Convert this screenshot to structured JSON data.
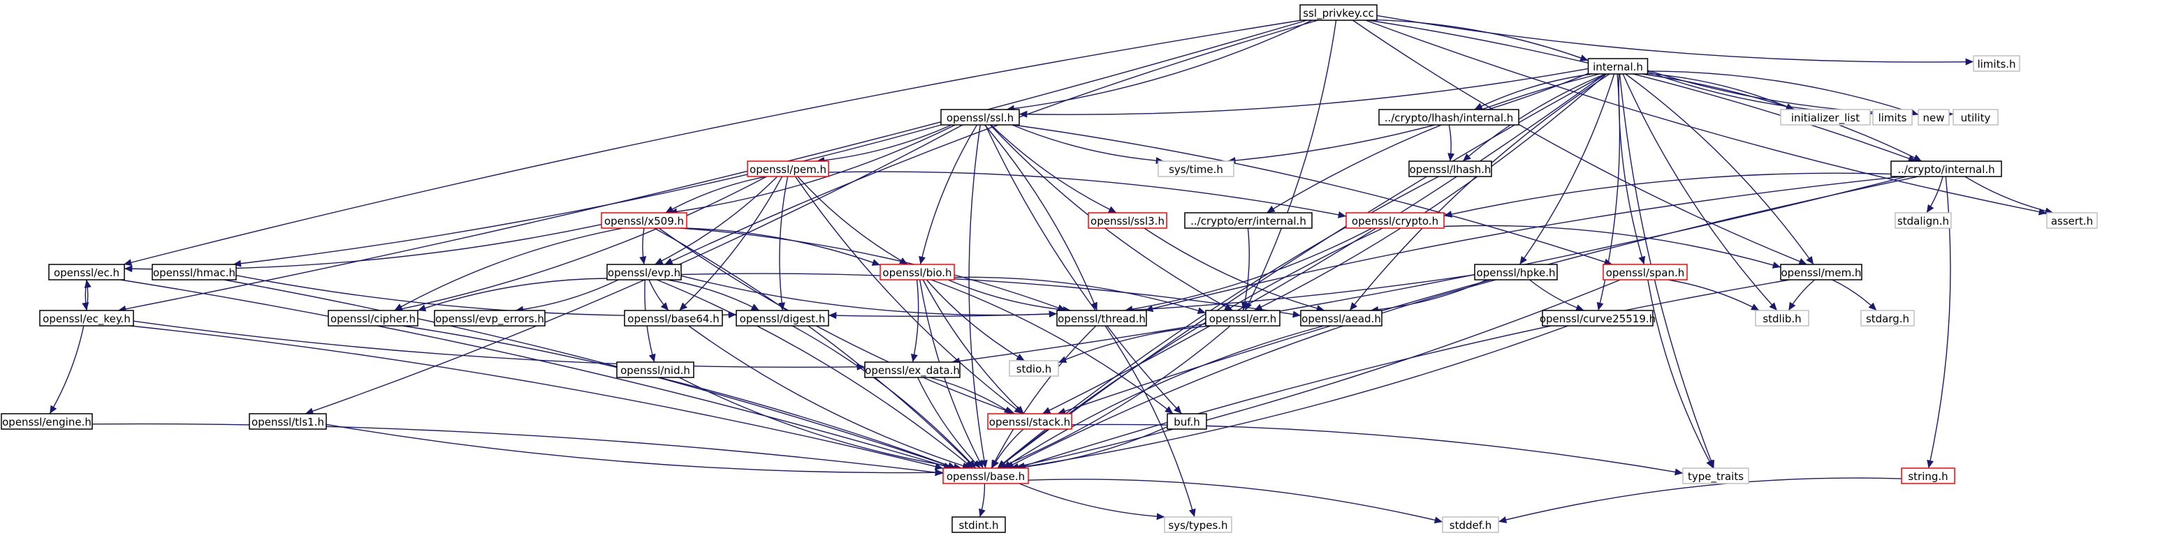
{
  "colors": {
    "root_fill": "#bfbfbf",
    "edge": "#191970",
    "border_default": "#000000",
    "border_missing": "#ff0000",
    "border_system": "#bfbfbf"
  },
  "legend_note": "",
  "nodes": [
    {
      "id": "root",
      "label": "ssl_privkey.cc",
      "kind": "root"
    },
    {
      "id": "internal_h",
      "label": "internal.h",
      "kind": "normal"
    },
    {
      "id": "limits_h",
      "label": "limits.h",
      "kind": "system"
    },
    {
      "id": "ssl_h",
      "label": "openssl/ssl.h",
      "kind": "normal"
    },
    {
      "id": "lhash_int",
      "label": "../crypto/lhash/internal.h",
      "kind": "normal"
    },
    {
      "id": "init_list",
      "label": "initializer_list",
      "kind": "system"
    },
    {
      "id": "limits",
      "label": "limits",
      "kind": "system"
    },
    {
      "id": "new",
      "label": "new",
      "kind": "system"
    },
    {
      "id": "utility",
      "label": "utility",
      "kind": "system"
    },
    {
      "id": "pem_h",
      "label": "openssl/pem.h",
      "kind": "missing"
    },
    {
      "id": "systime",
      "label": "sys/time.h",
      "kind": "system"
    },
    {
      "id": "lhash_h",
      "label": "openssl/lhash.h",
      "kind": "normal"
    },
    {
      "id": "crypto_int",
      "label": "../crypto/internal.h",
      "kind": "normal"
    },
    {
      "id": "x509_h",
      "label": "openssl/x509.h",
      "kind": "missing"
    },
    {
      "id": "ssl3_h",
      "label": "openssl/ssl3.h",
      "kind": "missing"
    },
    {
      "id": "err_int",
      "label": "../crypto/err/internal.h",
      "kind": "normal"
    },
    {
      "id": "crypto_h",
      "label": "openssl/crypto.h",
      "kind": "missing"
    },
    {
      "id": "stdalign",
      "label": "stdalign.h",
      "kind": "system"
    },
    {
      "id": "assert_h",
      "label": "assert.h",
      "kind": "system"
    },
    {
      "id": "ec_h",
      "label": "openssl/ec.h",
      "kind": "normal"
    },
    {
      "id": "hmac_h",
      "label": "openssl/hmac.h",
      "kind": "normal"
    },
    {
      "id": "evp_h",
      "label": "openssl/evp.h",
      "kind": "normal"
    },
    {
      "id": "bio_h",
      "label": "openssl/bio.h",
      "kind": "missing"
    },
    {
      "id": "hpke_h",
      "label": "openssl/hpke.h",
      "kind": "normal"
    },
    {
      "id": "span_h",
      "label": "openssl/span.h",
      "kind": "missing"
    },
    {
      "id": "mem_h",
      "label": "openssl/mem.h",
      "kind": "normal"
    },
    {
      "id": "ec_key",
      "label": "openssl/ec_key.h",
      "kind": "normal"
    },
    {
      "id": "cipher_h",
      "label": "openssl/cipher.h",
      "kind": "normal"
    },
    {
      "id": "evp_err",
      "label": "openssl/evp_errors.h",
      "kind": "normal"
    },
    {
      "id": "base64_h",
      "label": "openssl/base64.h",
      "kind": "normal"
    },
    {
      "id": "digest_h",
      "label": "openssl/digest.h",
      "kind": "normal"
    },
    {
      "id": "thread_h",
      "label": "openssl/thread.h",
      "kind": "normal"
    },
    {
      "id": "err_h",
      "label": "openssl/err.h",
      "kind": "normal"
    },
    {
      "id": "aead_h",
      "label": "openssl/aead.h",
      "kind": "normal"
    },
    {
      "id": "curve_h",
      "label": "openssl/curve25519.h",
      "kind": "normal"
    },
    {
      "id": "stdlib",
      "label": "stdlib.h",
      "kind": "system"
    },
    {
      "id": "stdarg",
      "label": "stdarg.h",
      "kind": "system"
    },
    {
      "id": "stdio",
      "label": "stdio.h",
      "kind": "system"
    },
    {
      "id": "nid_h",
      "label": "openssl/nid.h",
      "kind": "normal"
    },
    {
      "id": "exdata_h",
      "label": "openssl/ex_data.h",
      "kind": "normal"
    },
    {
      "id": "engine_h",
      "label": "openssl/engine.h",
      "kind": "normal"
    },
    {
      "id": "tls1_h",
      "label": "openssl/tls1.h",
      "kind": "normal"
    },
    {
      "id": "buf_h",
      "label": "buf.h",
      "kind": "normal"
    },
    {
      "id": "stack_h",
      "label": "openssl/stack.h",
      "kind": "missing"
    },
    {
      "id": "base_h",
      "label": "openssl/base.h",
      "kind": "missing"
    },
    {
      "id": "type_traits",
      "label": "type_traits",
      "kind": "system"
    },
    {
      "id": "string_h",
      "label": "string.h",
      "kind": "missing"
    },
    {
      "id": "stdint",
      "label": "stdint.h",
      "kind": "normal"
    },
    {
      "id": "systypes",
      "label": "sys/types.h",
      "kind": "system"
    },
    {
      "id": "stddef",
      "label": "stddef.h",
      "kind": "system"
    }
  ],
  "edges": [
    [
      "root",
      "internal_h"
    ],
    [
      "root",
      "limits_h"
    ],
    [
      "root",
      "ssl_h"
    ],
    [
      "root",
      "assert_h"
    ],
    [
      "root",
      "crypto_int"
    ],
    [
      "root",
      "ec_h"
    ],
    [
      "root",
      "ec_key"
    ],
    [
      "root",
      "evp_h"
    ],
    [
      "root",
      "err_h"
    ],
    [
      "root",
      "mem_h"
    ],
    [
      "internal_h",
      "ssl_h"
    ],
    [
      "internal_h",
      "lhash_int"
    ],
    [
      "internal_h",
      "init_list"
    ],
    [
      "internal_h",
      "limits"
    ],
    [
      "internal_h",
      "new"
    ],
    [
      "internal_h",
      "utility"
    ],
    [
      "internal_h",
      "systime"
    ],
    [
      "internal_h",
      "lhash_h"
    ],
    [
      "internal_h",
      "crypto_int"
    ],
    [
      "internal_h",
      "err_int"
    ],
    [
      "internal_h",
      "hpke_h"
    ],
    [
      "internal_h",
      "span_h"
    ],
    [
      "internal_h",
      "mem_h"
    ],
    [
      "internal_h",
      "stdlib"
    ],
    [
      "internal_h",
      "curve_h"
    ],
    [
      "internal_h",
      "aead_h"
    ],
    [
      "internal_h",
      "err_h"
    ],
    [
      "internal_h",
      "base_h"
    ],
    [
      "internal_h",
      "stack_h"
    ],
    [
      "internal_h",
      "type_traits"
    ],
    [
      "lhash_int",
      "lhash_h"
    ],
    [
      "lhash_h",
      "base_h"
    ],
    [
      "ssl_h",
      "pem_h"
    ],
    [
      "ssl_h",
      "systime"
    ],
    [
      "ssl_h",
      "x509_h"
    ],
    [
      "ssl_h",
      "ssl3_h"
    ],
    [
      "ssl_h",
      "hmac_h"
    ],
    [
      "ssl_h",
      "bio_h"
    ],
    [
      "ssl_h",
      "thread_h"
    ],
    [
      "ssl_h",
      "err_h"
    ],
    [
      "ssl_h",
      "span_h"
    ],
    [
      "ssl_h",
      "base_h"
    ],
    [
      "ssl_h",
      "tls1_h"
    ],
    [
      "ssl_h",
      "buf_h"
    ],
    [
      "pem_h",
      "crypto_h"
    ],
    [
      "pem_h",
      "x509_h"
    ],
    [
      "pem_h",
      "evp_h"
    ],
    [
      "pem_h",
      "bio_h"
    ],
    [
      "pem_h",
      "base64_h"
    ],
    [
      "pem_h",
      "digest_h"
    ],
    [
      "pem_h",
      "cipher_h"
    ],
    [
      "pem_h",
      "stack_h"
    ],
    [
      "x509_h",
      "ec_h"
    ],
    [
      "x509_h",
      "evp_h"
    ],
    [
      "x509_h",
      "bio_h"
    ],
    [
      "x509_h",
      "cipher_h"
    ],
    [
      "x509_h",
      "thread_h"
    ],
    [
      "x509_h",
      "stack_h"
    ],
    [
      "x509_h",
      "base_h"
    ],
    [
      "ssl3_h",
      "aead_h"
    ],
    [
      "err_int",
      "err_h"
    ],
    [
      "crypto_int",
      "crypto_h"
    ],
    [
      "crypto_int",
      "stdalign"
    ],
    [
      "crypto_int",
      "assert_h"
    ],
    [
      "crypto_int",
      "string_h"
    ],
    [
      "crypto_int",
      "thread_h"
    ],
    [
      "crypto_int",
      "exdata_h"
    ],
    [
      "crypto_int",
      "stack_h"
    ],
    [
      "crypto_h",
      "mem_h"
    ],
    [
      "crypto_h",
      "base_h"
    ],
    [
      "crypto_h",
      "thread_h"
    ],
    [
      "ec_h",
      "ec_key"
    ],
    [
      "ec_h",
      "base_h"
    ],
    [
      "ec_key",
      "ec_h"
    ],
    [
      "ec_key",
      "engine_h"
    ],
    [
      "ec_key",
      "exdata_h"
    ],
    [
      "ec_key",
      "base_h"
    ],
    [
      "hmac_h",
      "digest_h"
    ],
    [
      "hmac_h",
      "base_h"
    ],
    [
      "evp_h",
      "cipher_h"
    ],
    [
      "evp_h",
      "evp_err"
    ],
    [
      "evp_h",
      "base64_h"
    ],
    [
      "evp_h",
      "digest_h"
    ],
    [
      "evp_h",
      "thread_h"
    ],
    [
      "evp_h",
      "aead_h"
    ],
    [
      "evp_h",
      "nid_h"
    ],
    [
      "evp_h",
      "base_h"
    ],
    [
      "bio_h",
      "thread_h"
    ],
    [
      "bio_h",
      "err_h"
    ],
    [
      "bio_h",
      "stdio"
    ],
    [
      "bio_h",
      "exdata_h"
    ],
    [
      "bio_h",
      "stack_h"
    ],
    [
      "bio_h",
      "buf_h"
    ],
    [
      "bio_h",
      "base_h"
    ],
    [
      "hpke_h",
      "aead_h"
    ],
    [
      "hpke_h",
      "curve_h"
    ],
    [
      "hpke_h",
      "digest_h"
    ],
    [
      "hpke_h",
      "base_h"
    ],
    [
      "span_h",
      "stdlib"
    ],
    [
      "span_h",
      "type_traits"
    ],
    [
      "span_h",
      "base_h"
    ],
    [
      "mem_h",
      "stdlib"
    ],
    [
      "mem_h",
      "stdarg"
    ],
    [
      "mem_h",
      "base_h"
    ],
    [
      "cipher_h",
      "base_h"
    ],
    [
      "base64_h",
      "base_h"
    ],
    [
      "digest_h",
      "base_h"
    ],
    [
      "thread_h",
      "base_h"
    ],
    [
      "thread_h",
      "systypes"
    ],
    [
      "err_h",
      "stdio"
    ],
    [
      "err_h",
      "base_h"
    ],
    [
      "aead_h",
      "base_h"
    ],
    [
      "curve_h",
      "base_h"
    ],
    [
      "nid_h",
      "base_h"
    ],
    [
      "exdata_h",
      "stack_h"
    ],
    [
      "exdata_h",
      "base_h"
    ],
    [
      "engine_h",
      "base_h"
    ],
    [
      "tls1_h",
      "base_h"
    ],
    [
      "buf_h",
      "base_h"
    ],
    [
      "stack_h",
      "base_h"
    ],
    [
      "stack_h",
      "type_traits"
    ],
    [
      "string_h",
      "stddef"
    ],
    [
      "base_h",
      "stdint"
    ],
    [
      "base_h",
      "systypes"
    ],
    [
      "base_h",
      "stddef"
    ]
  ]
}
